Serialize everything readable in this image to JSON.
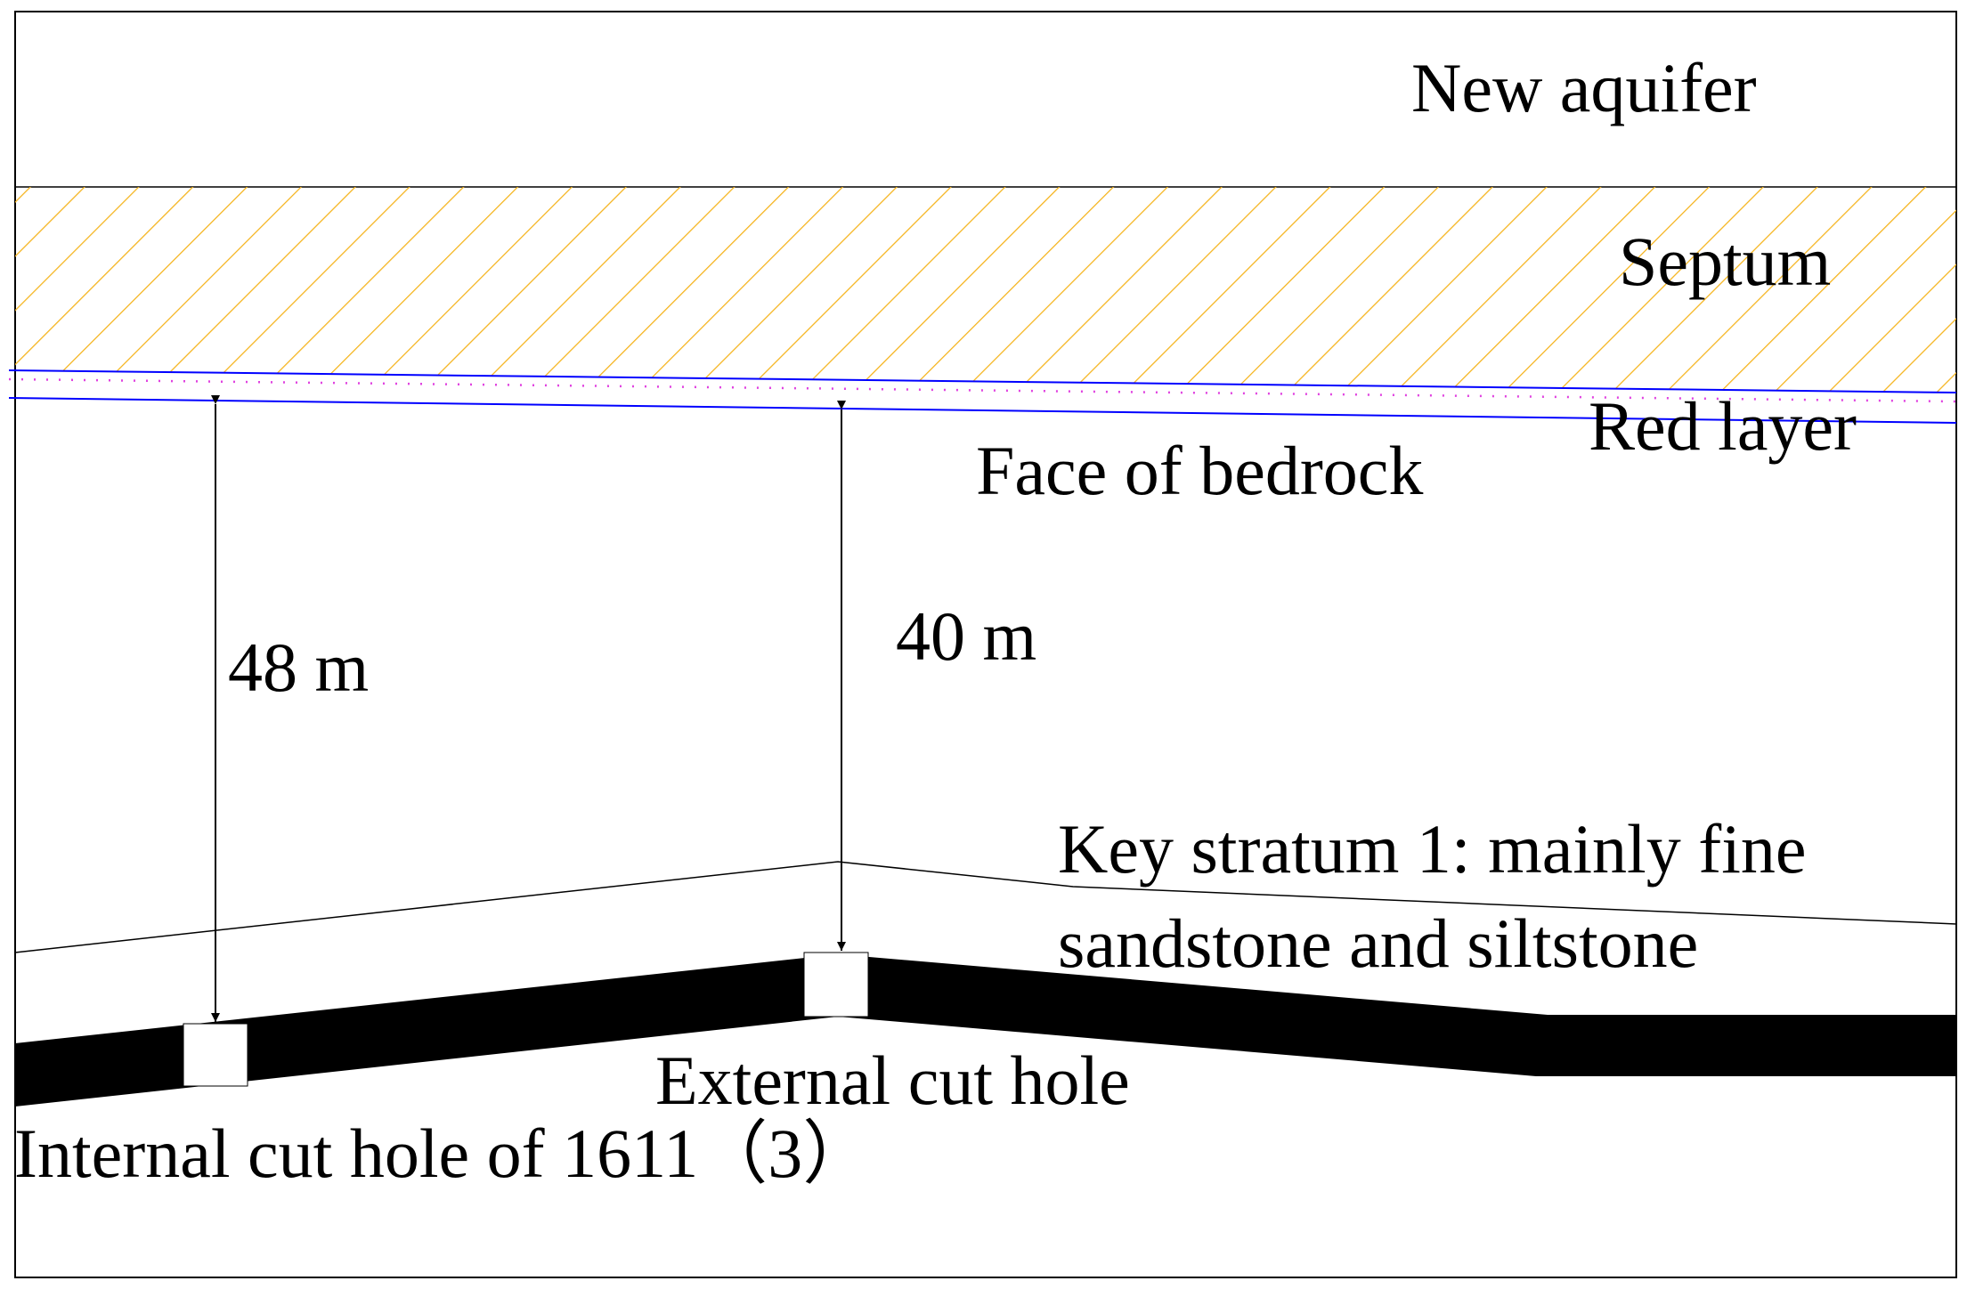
{
  "labels": {
    "new_aquifer": "New aquifer",
    "septum": "Septum",
    "red_layer": "Red layer",
    "face_of_bedrock": "Face of bedrock",
    "key_stratum_line1": "Key stratum 1: mainly fine",
    "key_stratum_line2": "sandstone and siltstone",
    "external_cut_hole": "External cut hole",
    "internal_cut_hole": "Internal cut hole of 1611（3）"
  },
  "dimensions": {
    "left_height": "48 m",
    "right_height": "40 m"
  },
  "colors": {
    "septum_hatch": "#F5B31A",
    "red_layer_boundary": "#0000FF",
    "red_layer_dots": "#E040E0",
    "coal_seam": "#000000",
    "outline": "#000000"
  }
}
